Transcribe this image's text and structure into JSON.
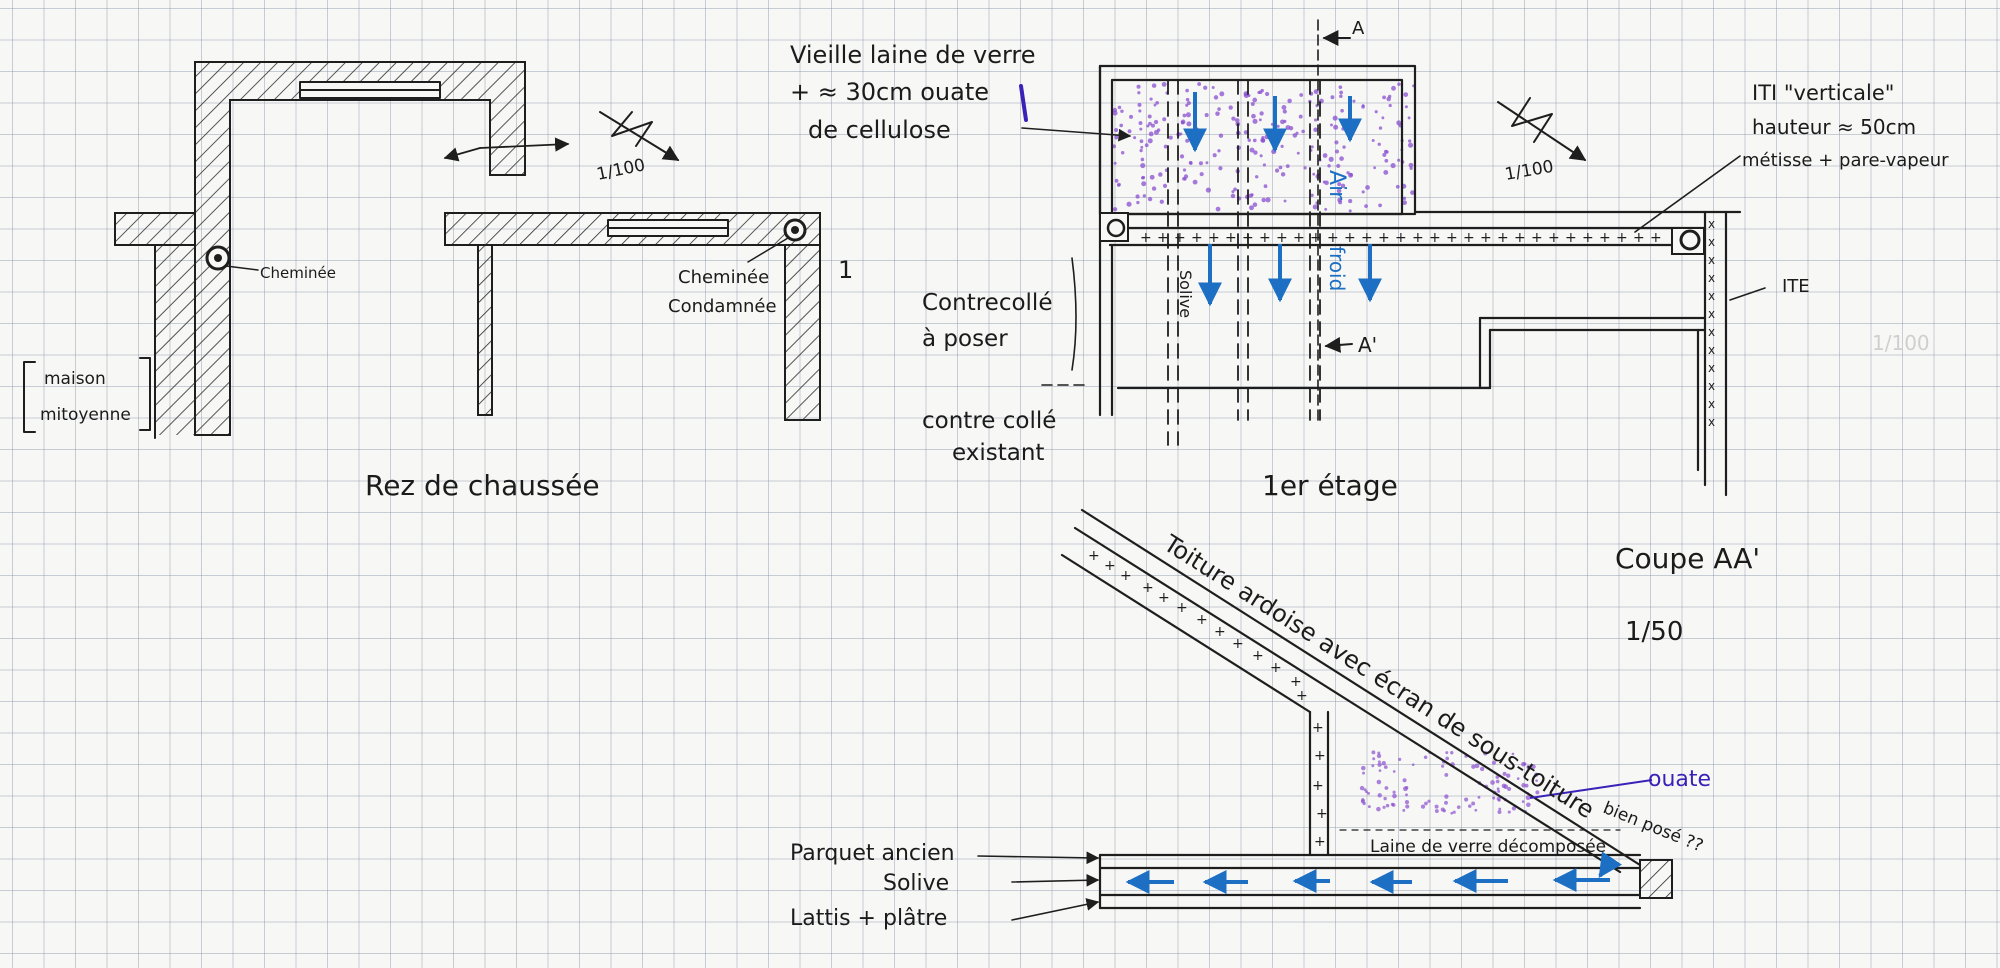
{
  "colors": {
    "ink": "#1e1e1e",
    "arrow_blue": "#1d6fc4",
    "purple": "#3a22b8",
    "insulation_dots": "#8a4fd0",
    "grid": "#8c96aa"
  },
  "ground_floor": {
    "title": "Rez de chaussée",
    "scale": "1/100",
    "chimney_left": "Cheminée",
    "chimney_right_line1": "Cheminée",
    "chimney_right_line2": "Condamnée",
    "neighbour_line1": "maison",
    "neighbour_line2": "mitoyenne",
    "mark": "1"
  },
  "first_floor": {
    "title": "1er étage",
    "scale": "1/100",
    "note_line1": "Vieille laine de verre",
    "note_line2": "+ ≈ 30cm ouate",
    "note_line3": "de cellulose",
    "iti_line1": "ITI \"verticale\"",
    "iti_line2": "hauteur ≈ 50cm",
    "iti_line3": "métisse + pare-vapeur",
    "ite": "ITE",
    "section_top": "A",
    "section_bottom": "A'",
    "air_label": "Air",
    "cold_label": "froid",
    "solive": "Solive",
    "contrecolle_line1": "Contrecollé",
    "contrecolle_line2": "à poser",
    "existing_line1": "contre collé",
    "existing_line2": "existant",
    "faint_scale": "1/100"
  },
  "section": {
    "title": "Coupe AA'",
    "scale": "1/50",
    "roof": "Toiture ardoise avec écran de sous-toiture",
    "ouate": "ouate",
    "bien_pose": "bien posé ??",
    "glass_wool": "Laine de verre décomposée",
    "parquet": "Parquet ancien",
    "solive": "Solive",
    "lattis": "Lattis + plâtre"
  }
}
